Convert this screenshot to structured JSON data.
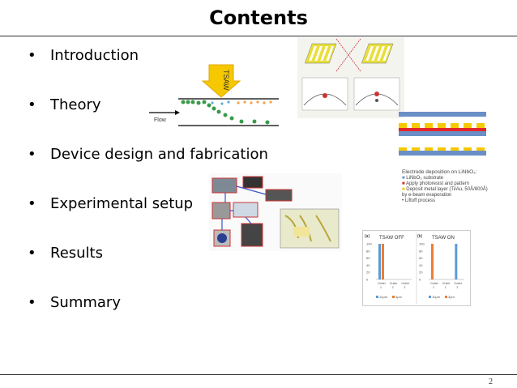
{
  "slide": {
    "title": "Contents",
    "page_number": "2"
  },
  "bullets": [
    {
      "label": "Introduction"
    },
    {
      "label": "Theory"
    },
    {
      "label": "Device design and fabrication"
    },
    {
      "label": "Experimental setup"
    },
    {
      "label": "Results"
    },
    {
      "label": "Summary"
    }
  ],
  "tsaw_figure": {
    "arrow_label": "TSAW",
    "flow_label": "Flow"
  },
  "layer_legend": {
    "title": "Electrode deposition on LiNbO₃:",
    "items": [
      "LiNbO₃ substrate",
      "Apply photoresist and pattern",
      "Deposit metal layer (Ti/Au, 50Å/800Å) by e-beam evaporation",
      "Liftoff process"
    ]
  },
  "results_charts": [
    {
      "panel": "(a)",
      "title": "TSAW OFF",
      "y_ticks": [
        "100",
        "80",
        "60",
        "40",
        "20",
        "0"
      ],
      "categories": [
        "Outlet 1",
        "Outlet 2",
        "Outlet 3"
      ],
      "legend": [
        "10μm",
        "3μm"
      ]
    },
    {
      "panel": "(b)",
      "title": "TSAW ON",
      "y_ticks": [
        "100",
        "80",
        "60",
        "40",
        "20",
        "0"
      ],
      "categories": [
        "Outlet 1",
        "Outlet 2",
        "Outlet 3"
      ],
      "legend": [
        "10μm",
        "3μm"
      ]
    }
  ],
  "colors": {
    "blue": "#5b9bd5",
    "orange": "#ed7d31",
    "yellow": "#f6c800",
    "green": "#3a9a4a",
    "substrate": "#6a8fc7"
  }
}
